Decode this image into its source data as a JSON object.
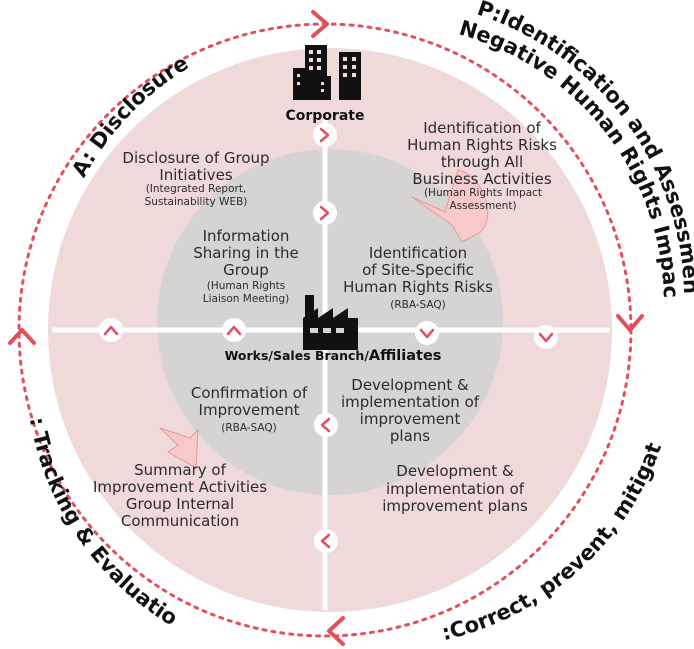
{
  "colors": {
    "outer_ring": "#efd9d9",
    "inner_circle": "#d6d3d3",
    "accent": "#e2505b",
    "node": "#ffffff",
    "axis": "#ffffff"
  },
  "icons": {
    "corporate": "office-buildings-icon",
    "works": "factory-icon"
  },
  "corporate_label": "Corporate",
  "works_label": {
    "part1": "Works/Sales Branch/",
    "part2": "Affiliates"
  },
  "cycle_labels": {
    "a": "A: Disclosure",
    "p_line1": "P:Identification and Assessment of",
    "p_line2": "Negative Human Rights Impacts",
    "c": "C: Tracking & Evaluation",
    "d": "D:Correct, prevent, mitigate"
  },
  "blocks": {
    "disclosure_group": {
      "lines": [
        "Disclosure of Group",
        "Initiatives"
      ],
      "sub": [
        "(Integrated Report,",
        "Sustainability WEB)"
      ]
    },
    "identification_all": {
      "lines": [
        "Identification of",
        "Human Rights Risks",
        "through All",
        "Business Activities"
      ],
      "sub": [
        "(Human Rights Impact",
        "Assessment)"
      ]
    },
    "info_sharing": {
      "lines": [
        "Information",
        "Sharing in the",
        "Group"
      ],
      "sub": [
        "(Human Rights",
        "Liaison Meeting)"
      ]
    },
    "identification_site": {
      "lines": [
        "Identification",
        "of Site-Specific",
        "Human Rights Risks"
      ],
      "sub": [
        "(RBA-SAQ)"
      ]
    },
    "confirmation": {
      "lines": [
        "Confirmation of",
        "Improvement"
      ],
      "sub": [
        "(RBA-SAQ)"
      ]
    },
    "dev_inner": {
      "lines": [
        "Development &",
        "implementation of",
        "improvement",
        "plans"
      ]
    },
    "summary": {
      "lines": [
        "Summary of",
        "Improvement Activities",
        "Group Internal",
        "Communication"
      ]
    },
    "dev_outer": {
      "lines": [
        "Development &",
        "implementation of",
        "improvement plans"
      ]
    }
  }
}
